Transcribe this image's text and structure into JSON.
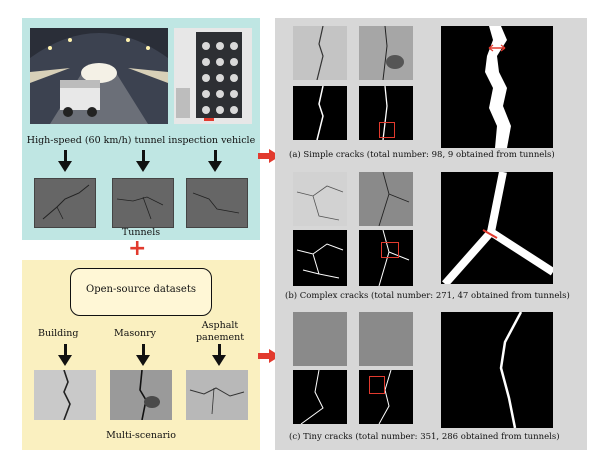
{
  "tunnel_panel": {
    "vehicle_caption": "High-speed (60 km/h) tunnel inspection vehicle",
    "tunnels_label": "Tunnels"
  },
  "plus_sign": "+",
  "dataset_panel": {
    "title": "Open-source datasets",
    "building": "Building",
    "masonry": "Masonry",
    "asphalt_line1": "Asphalt",
    "asphalt_line2": "panement",
    "multi_scenario": "Multi-scenario"
  },
  "right_panel": {
    "simple_caption": "(a) Simple cracks (total number: 98, 9 obtained from tunnels)",
    "complex_caption": "(b) Complex cracks (total number: 271, 47 obtained from tunnels)",
    "tiny_caption": "(c) Tiny cracks (total number: 351, 286 obtained from tunnels)"
  },
  "colors": {
    "tunnel_bg": "#bfe6e3",
    "dataset_bg": "#faf0c0",
    "right_bg": "#d7d7d7",
    "accent_red": "#e23a2e"
  }
}
